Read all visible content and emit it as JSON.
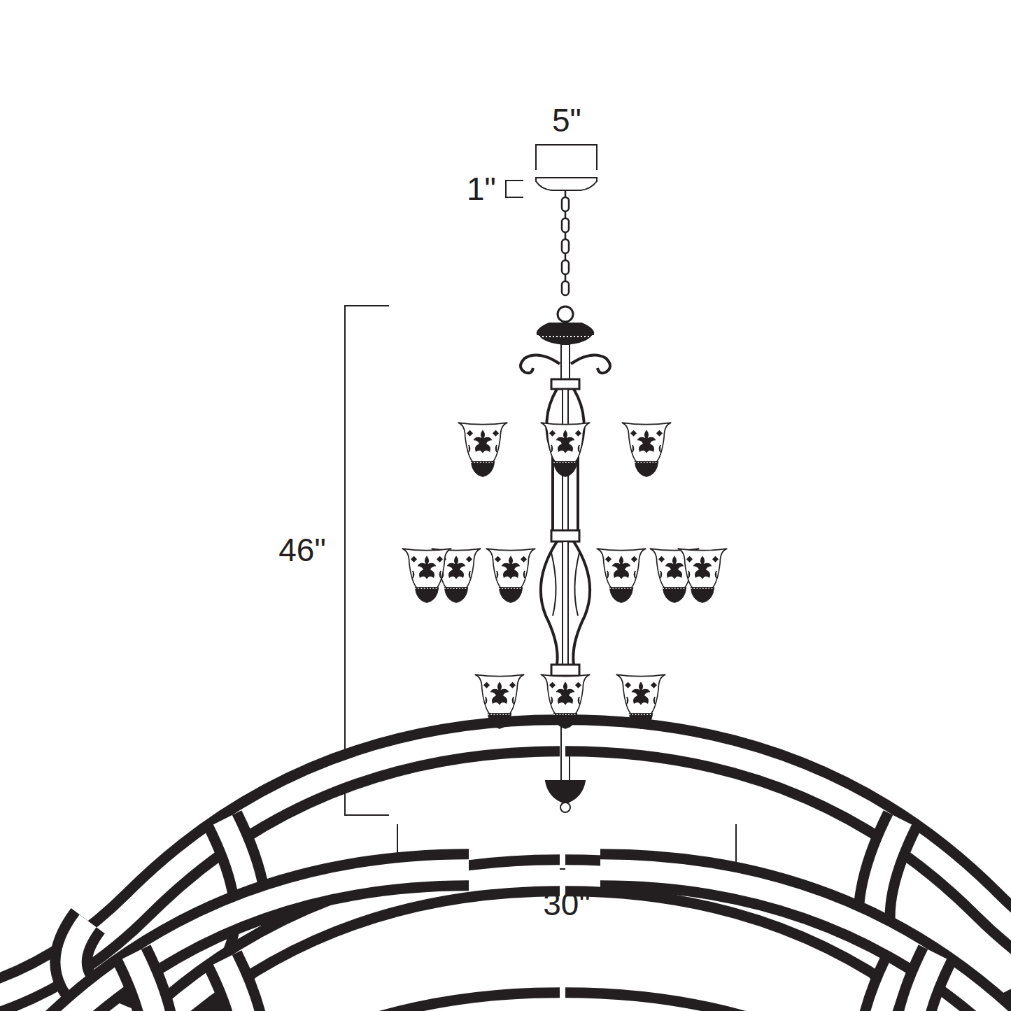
{
  "diagram": {
    "labels": [
      "5\"",
      "1\"",
      "46\"",
      "30\""
    ]
  }
}
